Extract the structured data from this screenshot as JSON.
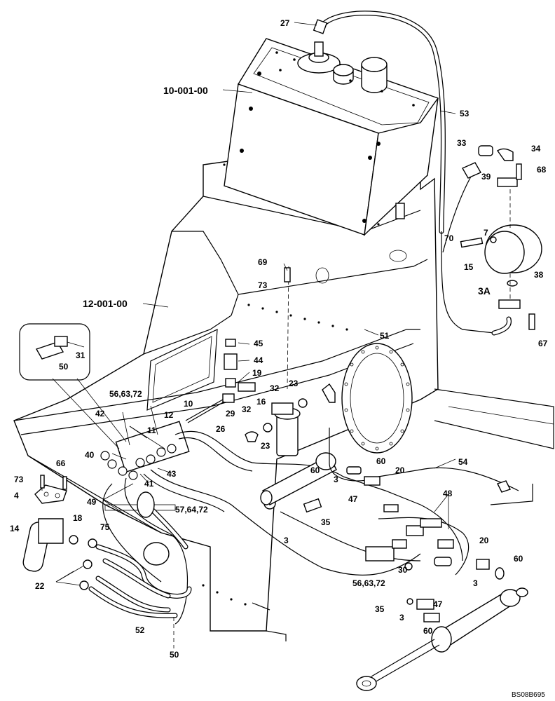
{
  "diagram": {
    "reference_code": "BS08B695",
    "assemblies": [
      {
        "id": "tank",
        "label": "10-001-00"
      },
      {
        "id": "frame",
        "label": "12-001-00"
      }
    ],
    "callouts": {
      "c27": "27",
      "c53": "53",
      "c33": "33",
      "c34": "34",
      "c39": "39",
      "c68": "68",
      "c70": "70",
      "c7": "7",
      "c15": "15",
      "c38": "38",
      "c3A": "3A",
      "c67": "67",
      "c69": "69",
      "c73a": "73",
      "c51": "51",
      "c45": "45",
      "c44": "44",
      "c19": "19",
      "c23a": "23",
      "c32a": "32",
      "c16": "16",
      "c32b": "32",
      "c23b": "23",
      "c26": "26",
      "c29": "29",
      "c10": "10",
      "c12": "12",
      "c11": "11",
      "c566372a": "56,63,72",
      "c42": "42",
      "c40": "40",
      "c43": "43",
      "c41": "41",
      "c576472": "57,64,72",
      "c49": "49",
      "c75": "75",
      "c31": "31",
      "c50a": "50",
      "c66": "66",
      "c73b": "73",
      "c4": "4",
      "c14": "14",
      "c18": "18",
      "c22": "22",
      "c52": "52",
      "c50b": "50",
      "c54": "54",
      "c60a": "60",
      "c60b": "60",
      "c20a": "20",
      "c3a": "3",
      "c47a": "47",
      "c48": "48",
      "c35a": "35",
      "c3b": "3",
      "c30": "30",
      "c566372b": "56,63,72",
      "c20b": "20",
      "c60c": "60",
      "c3c": "3",
      "c47b": "47",
      "c35b": "35",
      "c3d": "3",
      "c60d": "60"
    }
  }
}
